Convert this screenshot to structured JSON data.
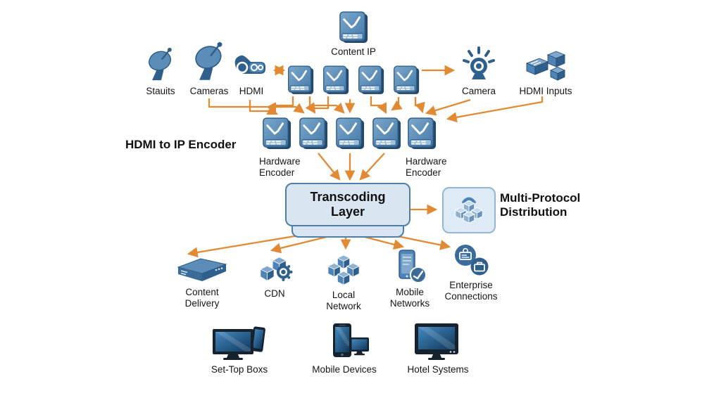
{
  "labels": {
    "hdmi_to_ip_encoder": "HDMI to IP Encoder",
    "transcoding_layer": "Transcoding Layer",
    "multi_protocol_distribution": "Multi-Protocol Distribution",
    "stauits": "Stauits",
    "cameras": "Cameras",
    "hdmi": "HDMI",
    "content_ip": "Content IP",
    "camera": "Camera",
    "hdmi_inputs": "HDMI Inputs",
    "hardware_encoder_left": "Hardware Encoder",
    "hardware_encoder_right": "Hardware Encoder",
    "content_delivery": "Content Delivery",
    "cdn": "CDN",
    "local_network": "Local Network",
    "mobile_networks": "Mobile Networks",
    "enterprise_connections": "Enterprise Connections",
    "set_top_boxs": "Set-Top Boxs",
    "mobile_devices": "Mobile Devices",
    "hotel_systems": "Hotel Systems"
  },
  "colors": {
    "arrow_orange": "#E18A33",
    "icon_blue_dark": "#2F5F8C",
    "icon_blue_mid": "#4E84B8",
    "icon_blue_light": "#7FA8CC",
    "panel_fill": "#D9E6F1",
    "panel_border": "#4D7FA8",
    "screen_blue": "#2E6DA4",
    "device_frame": "#16222E"
  }
}
